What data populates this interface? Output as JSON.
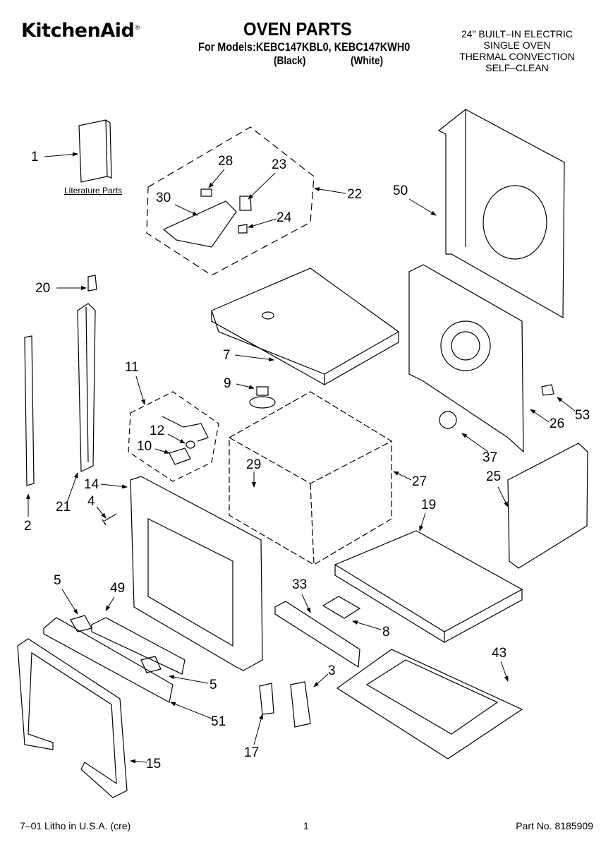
{
  "header": {
    "brand": "KitchenAid",
    "brand_mark": "®",
    "title": "OVEN PARTS",
    "models_line": "For Models:KEBC147KBL0, KEBC147KWH0",
    "color_black": "(Black)",
    "color_white": "(White)",
    "description": [
      "24\" BUILT–IN ELECTRIC",
      "SINGLE OVEN",
      "THERMAL CONVECTION",
      "SELF–CLEAN"
    ]
  },
  "literature_label": "Literature Parts",
  "callouts": [
    "1",
    "28",
    "23",
    "30",
    "22",
    "24",
    "50",
    "20",
    "7",
    "11",
    "9",
    "12",
    "10",
    "29",
    "27",
    "53",
    "26",
    "37",
    "25",
    "14",
    "4",
    "21",
    "2",
    "19",
    "5",
    "49",
    "33",
    "8",
    "43",
    "5",
    "3",
    "51",
    "17",
    "15"
  ],
  "footer": {
    "left": "7–01 Litho in U.S.A. (cre)",
    "center": "1",
    "right": "Part No. 8185909"
  }
}
